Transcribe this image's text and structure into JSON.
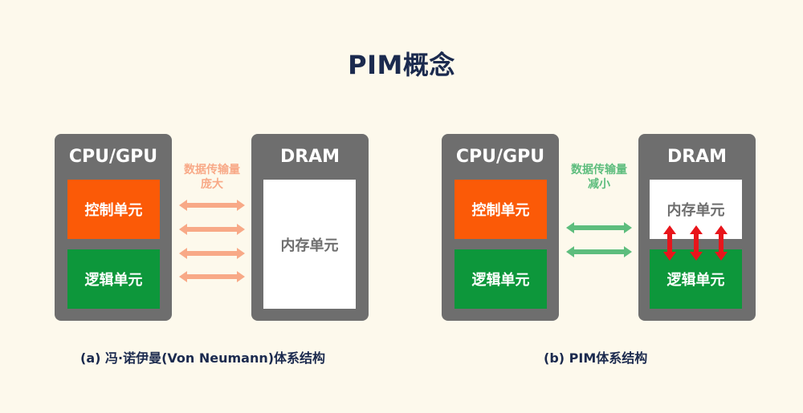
{
  "title": "PIM概念",
  "left": {
    "cpu_title": "CPU/GPU",
    "control_unit": "控制单元",
    "logic_unit": "逻辑单元",
    "flow_label_line1": "数据传输量",
    "flow_label_line2": "庞大",
    "dram_title": "DRAM",
    "memory_unit": "内存单元",
    "caption": "(a) 冯·诺伊曼(Von Neumann)体系结构"
  },
  "right": {
    "cpu_title": "CPU/GPU",
    "control_unit": "控制单元",
    "logic_unit": "逻辑单元",
    "flow_label_line1": "数据传输量",
    "flow_label_line2": "减小",
    "dram_title": "DRAM",
    "memory_unit": "内存单元",
    "dram_logic_unit": "逻辑单元",
    "caption": "(b) PIM体系结构"
  },
  "colors": {
    "background": "#fdf9ec",
    "box_gray": "#6e6e6e",
    "control_orange": "#fb5a07",
    "logic_green": "#0d973b",
    "left_arrow": "#f8a987",
    "right_arrow": "#5dbd7d",
    "internal_arrow": "#e8151b",
    "title_navy": "#1b2a4e"
  }
}
